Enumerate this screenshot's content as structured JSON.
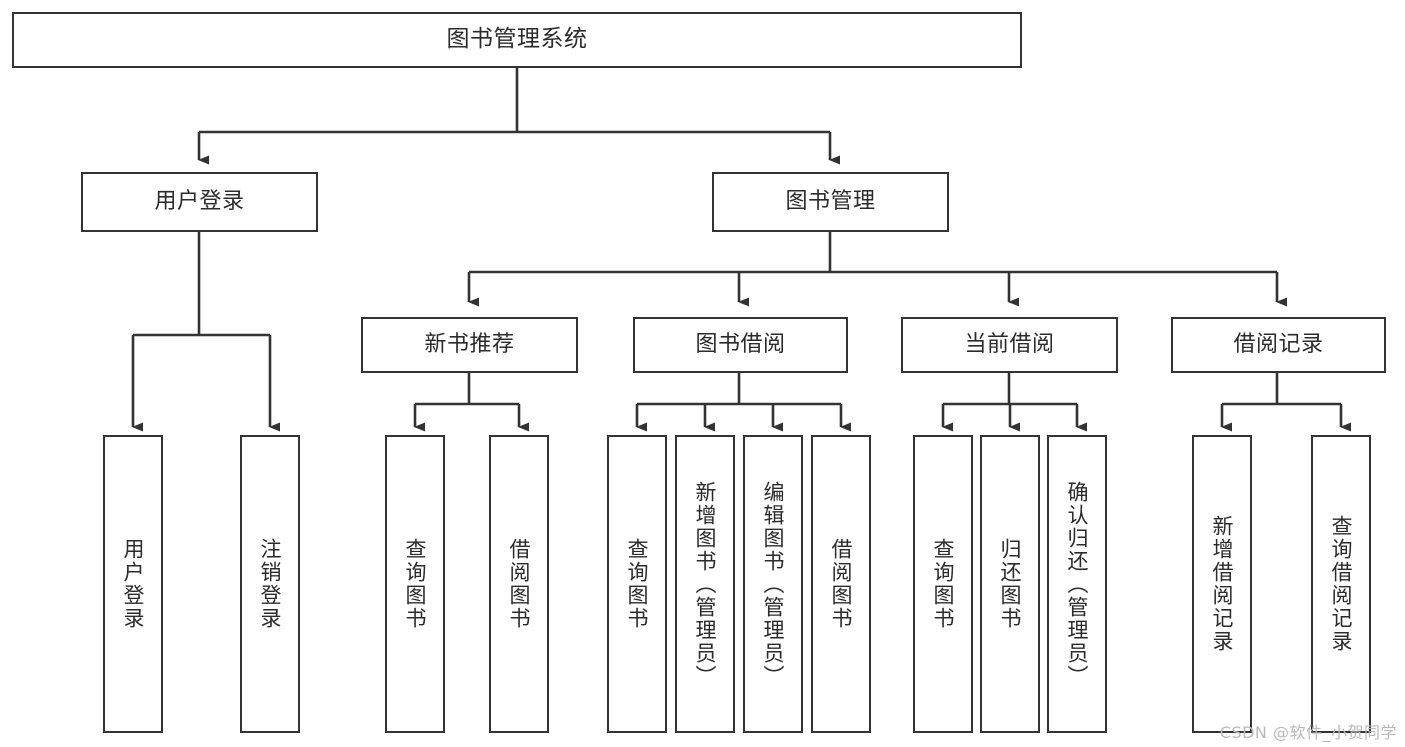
{
  "diagram": {
    "type": "tree",
    "title_text": "图书管理系统",
    "watermark": "CSDN @软件_小贺同学",
    "colors": {
      "box_border": "#333333",
      "box_fill": "#ffffff",
      "connector": "#333333",
      "text": "#2b2b2b",
      "background": "#ffffff",
      "watermark": "#b9b9b9"
    },
    "nodes": {
      "root": {
        "label": "图书管理系统"
      },
      "level1": [
        {
          "label": "用户登录"
        },
        {
          "label": "图书管理"
        }
      ],
      "level2": [
        {
          "label": "新书推荐"
        },
        {
          "label": "图书借阅"
        },
        {
          "label": "当前借阅"
        },
        {
          "label": "借阅记录"
        }
      ],
      "leaves": {
        "user_login": [
          {
            "label": "用户登录"
          },
          {
            "label": "注销登录"
          }
        ],
        "new_book": [
          {
            "label": "查询图书"
          },
          {
            "label": "借阅图书"
          }
        ],
        "book_borrow": [
          {
            "label": "查询图书"
          },
          {
            "label": "新增图书（管理员）"
          },
          {
            "label": "编辑图书（管理员）"
          },
          {
            "label": "借阅图书"
          }
        ],
        "current_borrow": [
          {
            "label": "查询图书"
          },
          {
            "label": "归还图书"
          },
          {
            "label": "确认归还（管理员）"
          }
        ],
        "borrow_record": [
          {
            "label": "新增借阅记录"
          },
          {
            "label": "查询借阅记录"
          }
        ]
      }
    }
  }
}
